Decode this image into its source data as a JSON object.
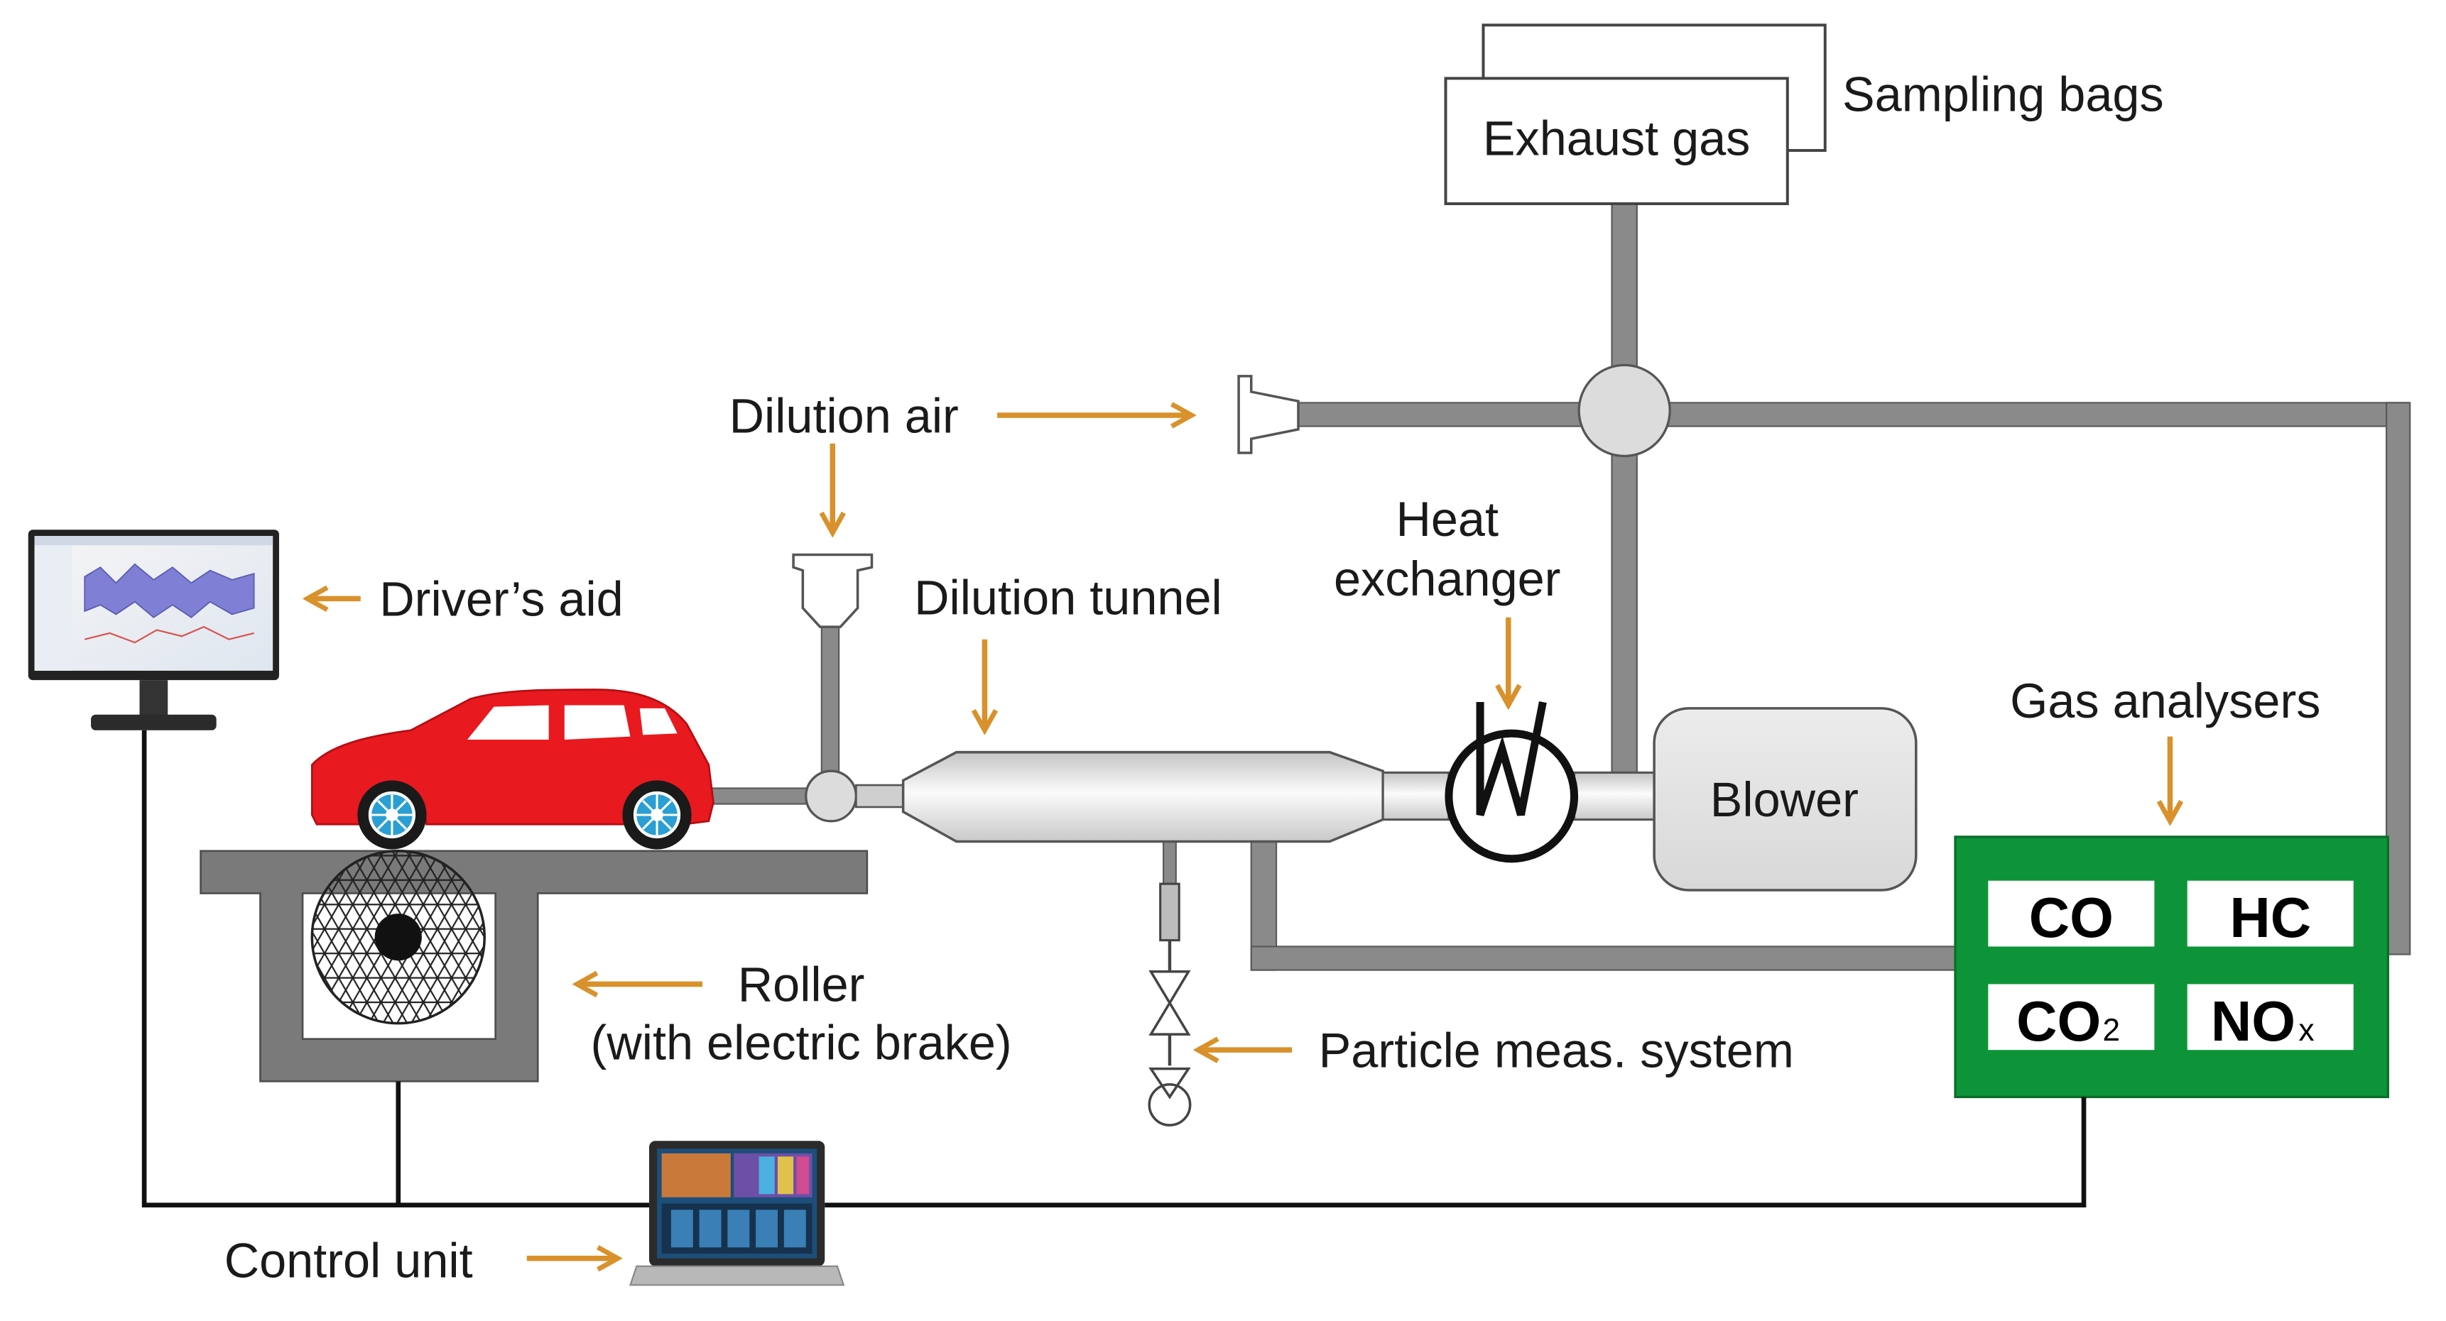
{
  "labels": {
    "sampling_bags": "Sampling bags",
    "exhaust_gas": "Exhaust gas",
    "dilution_air": "Dilution air",
    "dilution_tunnel": "Dilution tunnel",
    "heat_exchanger_1": "Heat",
    "heat_exchanger_2": "exchanger",
    "blower": "Blower",
    "gas_analysers": "Gas analysers",
    "drivers_aid": "Driver’s aid",
    "roller_1": "Roller",
    "roller_2": "(with electric brake)",
    "particle_system": "Particle meas. system",
    "control_unit": "Control unit"
  },
  "analysers": {
    "co": "CO",
    "hc": "HC",
    "co2_main": "CO",
    "co2_sub": "2",
    "nox_main": "NO",
    "nox_sub": "x"
  },
  "colors": {
    "arrow": "#d9912b",
    "pipe": "#8a8a8a",
    "pipe_dark": "#5a5a5a",
    "car": "#e8191f",
    "analyser_box": "#0e9438",
    "roller_bed": "#7a7a7a"
  }
}
